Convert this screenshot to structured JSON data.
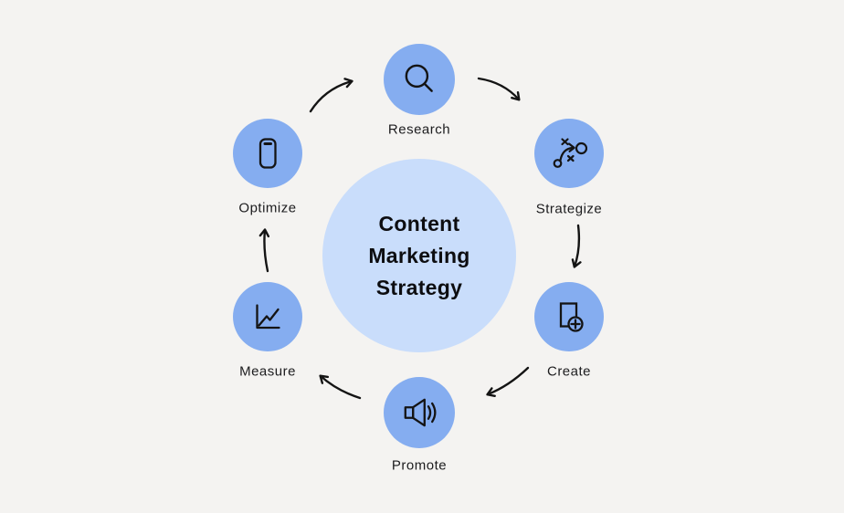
{
  "title": "Content Marketing Strategy",
  "center": {
    "lines": [
      "Content",
      "Marketing",
      "Strategy"
    ]
  },
  "nodes": [
    {
      "id": "research",
      "label": "Research",
      "icon": "search-icon"
    },
    {
      "id": "strategize",
      "label": "Strategize",
      "icon": "strategy-tactics-icon"
    },
    {
      "id": "create",
      "label": "Create",
      "icon": "document-add-icon"
    },
    {
      "id": "promote",
      "label": "Promote",
      "icon": "speaker-icon"
    },
    {
      "id": "measure",
      "label": "Measure",
      "icon": "line-chart-icon"
    },
    {
      "id": "optimize",
      "label": "Optimize",
      "icon": "smartphone-icon"
    }
  ],
  "flow": [
    {
      "from": "Research",
      "to": "Strategize"
    },
    {
      "from": "Strategize",
      "to": "Create"
    },
    {
      "from": "Create",
      "to": "Promote"
    },
    {
      "from": "Promote",
      "to": "Measure"
    },
    {
      "from": "Measure",
      "to": "Optimize"
    },
    {
      "from": "Optimize",
      "to": "Research"
    }
  ],
  "colors": {
    "background": "#F4F3F1",
    "node_fill": "#85ADF0",
    "hub_fill": "#C9DDFB",
    "line_stroke": "#141414",
    "label_text": "#1C1C1E",
    "title_text": "#0D0D10"
  }
}
